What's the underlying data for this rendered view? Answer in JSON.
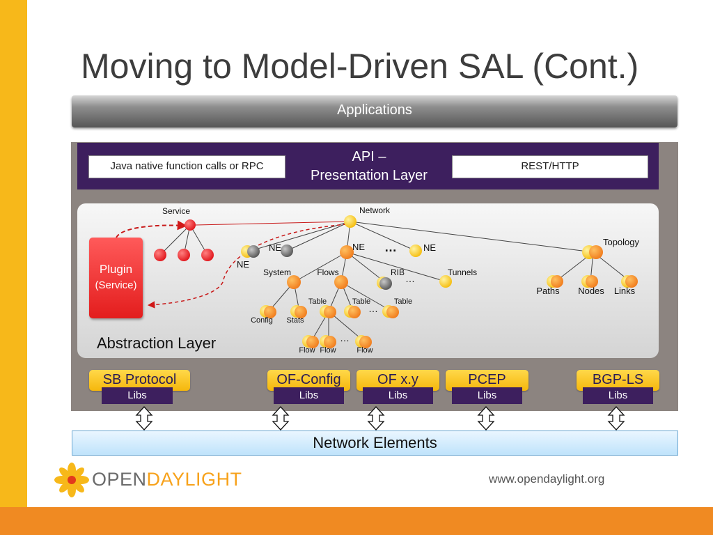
{
  "title": "Moving to Model-Driven SAL (Cont.)",
  "applications": "Applications",
  "api": {
    "line1": "API –",
    "line2": "Presentation Layer",
    "left_box": "Java native function calls or RPC",
    "right_box": "REST/HTTP"
  },
  "abstraction_layer": "Abstraction Layer",
  "plugin": {
    "line1": "Plugin",
    "line2": "(Service)"
  },
  "tree_labels": {
    "service": "Service",
    "network": "Network",
    "ne1": "NE",
    "ne2": "NE",
    "ne3": "NE",
    "ne4": "NE",
    "topology": "Topology",
    "system": "System",
    "flows": "Flows",
    "rib": "RIB",
    "tunnels": "Tunnels",
    "paths": "Paths",
    "nodes": "Nodes",
    "links": "Links",
    "table1": "Table",
    "table2": "Table",
    "table3": "Table",
    "config": "Config",
    "stats": "Stats",
    "flow1": "Flow",
    "flow2": "Flow",
    "flow3": "Flow",
    "ellipsis": "…"
  },
  "protocols": [
    {
      "name": "SB Protocol",
      "libs": "Libs"
    },
    {
      "name": "OF-Config",
      "libs": "Libs"
    },
    {
      "name": "OF x.y",
      "libs": "Libs"
    },
    {
      "name": "PCEP",
      "libs": "Libs"
    },
    {
      "name": "BGP-LS",
      "libs": "Libs"
    }
  ],
  "network_elements": "Network Elements",
  "logo": {
    "part1": "OPEN",
    "part2": "DAYLIGHT"
  },
  "website": "www.opendaylight.org",
  "colors": {
    "accent_yellow": "#f7b81a",
    "accent_orange": "#f08a22",
    "api_purple": "#3d1f5e",
    "plugin_red": "#e31d1d"
  }
}
